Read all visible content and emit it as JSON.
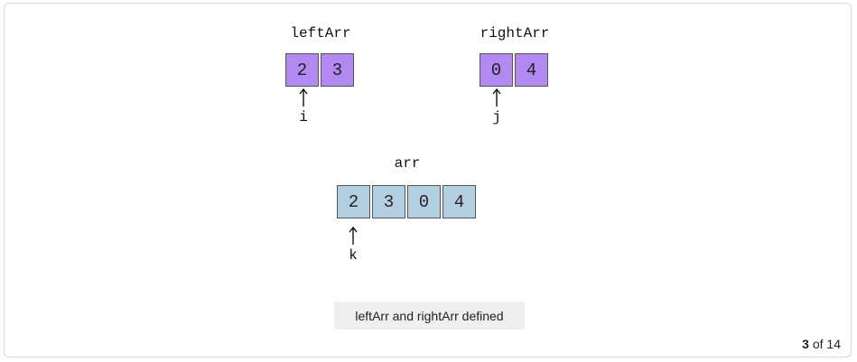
{
  "left": {
    "name": "leftArr",
    "cells": [
      "2",
      "3"
    ],
    "pointer": "i",
    "pointer_index": 0
  },
  "right": {
    "name": "rightArr",
    "cells": [
      "0",
      "4"
    ],
    "pointer": "j",
    "pointer_index": 0
  },
  "merged": {
    "name": "arr",
    "cells": [
      "2",
      "3",
      "0",
      "4"
    ],
    "pointer": "k",
    "pointer_index": 0
  },
  "caption": "leftArr and rightArr defined",
  "step": {
    "current": "3",
    "separator": "of",
    "total": "14"
  },
  "colors": {
    "sub_array_fill": "#b189f1",
    "main_array_fill": "#b3d0e3"
  }
}
